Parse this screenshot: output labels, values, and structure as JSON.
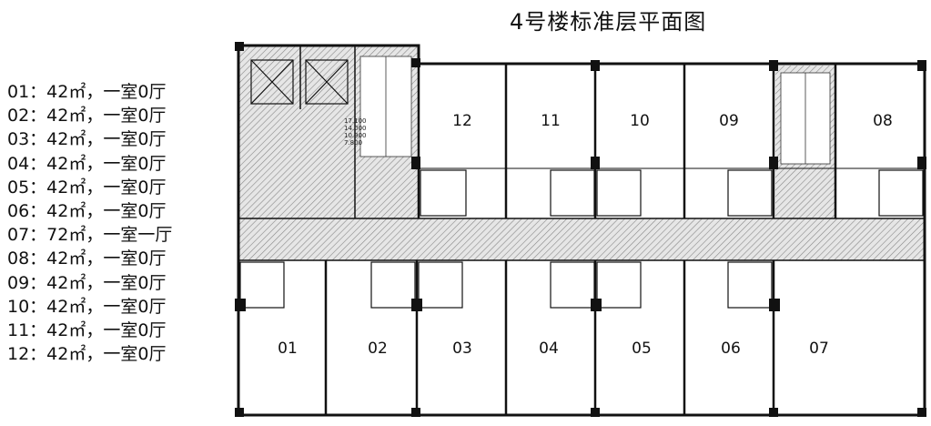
{
  "title": "4号楼标准层平面图",
  "legend": [
    "01：42㎡，一室0厅",
    "02：42㎡，一室0厅",
    "03：42㎡，一室0厅",
    "04：42㎡，一室0厅",
    "05：42㎡，一室0厅",
    "06：42㎡，一室0厅",
    "07：72㎡，一室一厅",
    "08：42㎡，一室0厅",
    "09：42㎡，一室0厅",
    "10：42㎡，一室0厅",
    "11：42㎡，一室0厅",
    "12：42㎡，一室0厅"
  ],
  "rooms_top": [
    "12",
    "11",
    "10",
    "09",
    "08"
  ],
  "rooms_bottom": [
    "01",
    "02",
    "03",
    "04",
    "05",
    "06",
    "07"
  ],
  "elevation_text": [
    "17.100",
    "14.000",
    "10.900",
    "7.800"
  ]
}
